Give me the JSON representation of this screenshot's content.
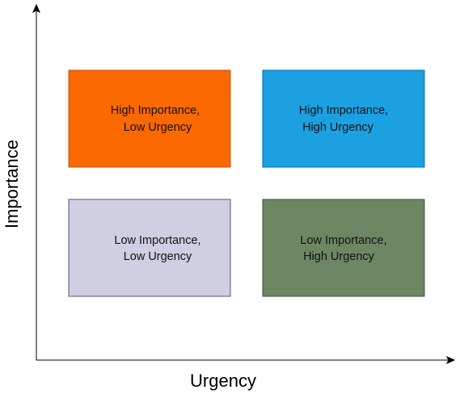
{
  "axes": {
    "x_label": "Urgency",
    "y_label": "Importance",
    "color": "#000000"
  },
  "quadrants": [
    {
      "id": "high-importance-low-urgency",
      "lines": [
        "High Importance,",
        "Low Urgency"
      ],
      "fill": "#FA6800",
      "stroke": "#C2571A"
    },
    {
      "id": "high-importance-high-urgency",
      "lines": [
        "High Importance,",
        "High Urgency"
      ],
      "fill": "#1BA1E2",
      "stroke": "#006EAF"
    },
    {
      "id": "low-importance-low-urgency",
      "lines": [
        "Low Importance,",
        "Low Urgency"
      ],
      "fill": "#D0CEE2",
      "stroke": "#56517E"
    },
    {
      "id": "low-importance-high-urgency",
      "lines": [
        "Low Importance,",
        "High Urgency"
      ],
      "fill": "#6D8764",
      "stroke": "#3A5431"
    }
  ]
}
